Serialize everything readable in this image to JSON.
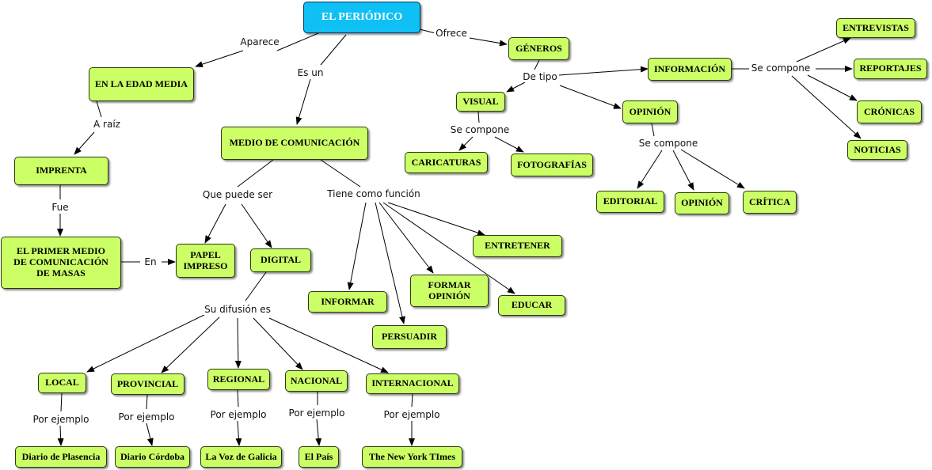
{
  "colors": {
    "node_fill": "#ccff66",
    "root_fill": "#0fc0f5",
    "line": "#000000"
  },
  "nodes": {
    "periodico": "EL PERIÓDICO",
    "edad_media": "EN LA EDAD MEDIA",
    "imprenta": "IMPRENTA",
    "primer_medio": "EL PRIMER MEDIO\nDE COMUNICACIÓN\nDE MASAS",
    "medio_comunicacion": "MEDIO DE COMUNICACIÓN",
    "papel_impreso": "PAPEL\nIMPRESO",
    "digital": "DIGITAL",
    "local": "LOCAL",
    "provincial": "PROVINCIAL",
    "regional": "REGIONAL",
    "nacional": "NACIONAL",
    "internacional": "INTERNACIONAL",
    "diario_plasencia": "Diario de Plasencia",
    "diario_cordoba": "Diario Córdoba",
    "voz_galicia": "La Voz de Galicia",
    "el_pais": "El País",
    "ny_times": "The New York TImes",
    "informar": "INFORMAR",
    "persuadir": "PERSUADIR",
    "formar_opinion": "FORMAR\nOPINIÓN",
    "educar": "EDUCAR",
    "entretener": "ENTRETENER",
    "generos": "GÉNEROS",
    "visual": "VISUAL",
    "caricaturas": "CARICATURAS",
    "fotografias": "FOTOGRAFÍAS",
    "informacion": "INFORMACIÓN",
    "opinion": "OPINIÓN",
    "editorial": "EDITORIAL",
    "opinion2": "OPINIÓN",
    "critica": "CRÍTICA",
    "entrevistas": "ENTREVISTAS",
    "reportajes": "REPORTAJES",
    "cronicas": "CRÓNICAS",
    "noticias": "NOTICIAS"
  },
  "labels": {
    "aparece": "Aparece",
    "es_un": "Es un",
    "ofrece": "Ofrece",
    "a_raiz": "A raíz",
    "fue": "Fue",
    "en": "En",
    "que_puede_ser": "Que puede ser",
    "tiene_como_funcion": "Tiene como función",
    "su_difusion_es": "Su difusión es",
    "por_ejemplo_local": "Por ejemplo",
    "por_ejemplo_provincial": "Por ejemplo",
    "por_ejemplo_regional": "Por ejemplo",
    "por_ejemplo_nacional": "Por ejemplo",
    "por_ejemplo_internacional": "Por ejemplo",
    "de_tipo": "De tipo",
    "se_compone_visual": "Se compone",
    "se_compone_opinion": "Se compone",
    "se_compone_informacion": "Se compone"
  }
}
